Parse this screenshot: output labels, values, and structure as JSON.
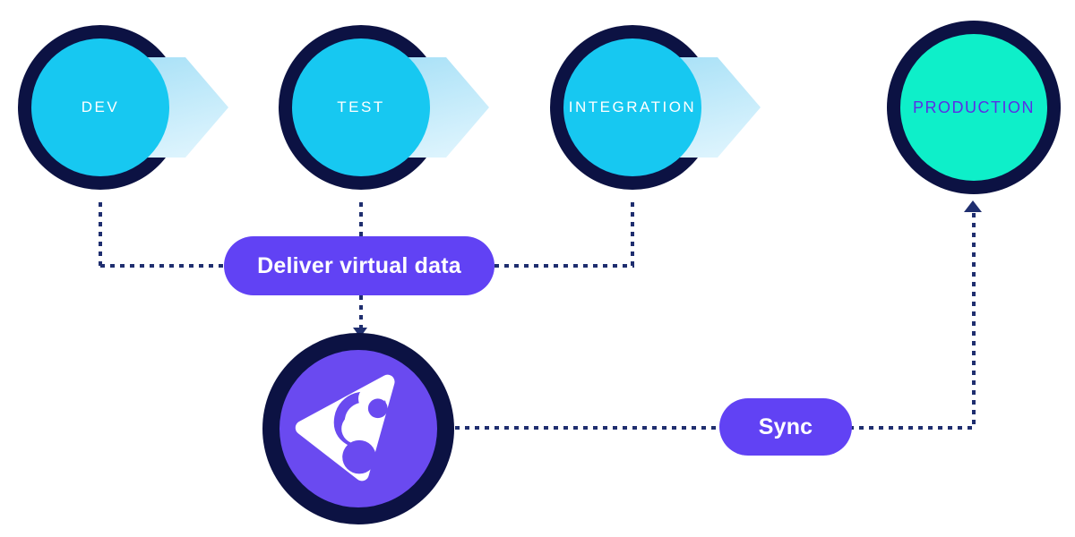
{
  "colors": {
    "background": "#FFFFFF",
    "navy": "#0C1243",
    "dash": "#1F2E6F",
    "cyan": "#17C8F1",
    "teal": "#0EEFC9",
    "purple": "#6142F4",
    "logo-purple": "#6A4AF0",
    "violet-text": "#5B2DE6",
    "chevron-light": "#A9E1F7",
    "chevron-lighter": "#E3F6FE"
  },
  "stages": [
    {
      "label": "DEV"
    },
    {
      "label": "TEST"
    },
    {
      "label": "INTEGRATION"
    },
    {
      "label": "PRODUCTION"
    }
  ],
  "connectors": {
    "deliver_label": "Deliver virtual data",
    "sync_label": "Sync"
  },
  "icons": {
    "stage_arrow": "chevron-right",
    "logo": "delphix-swirl-logo"
  }
}
